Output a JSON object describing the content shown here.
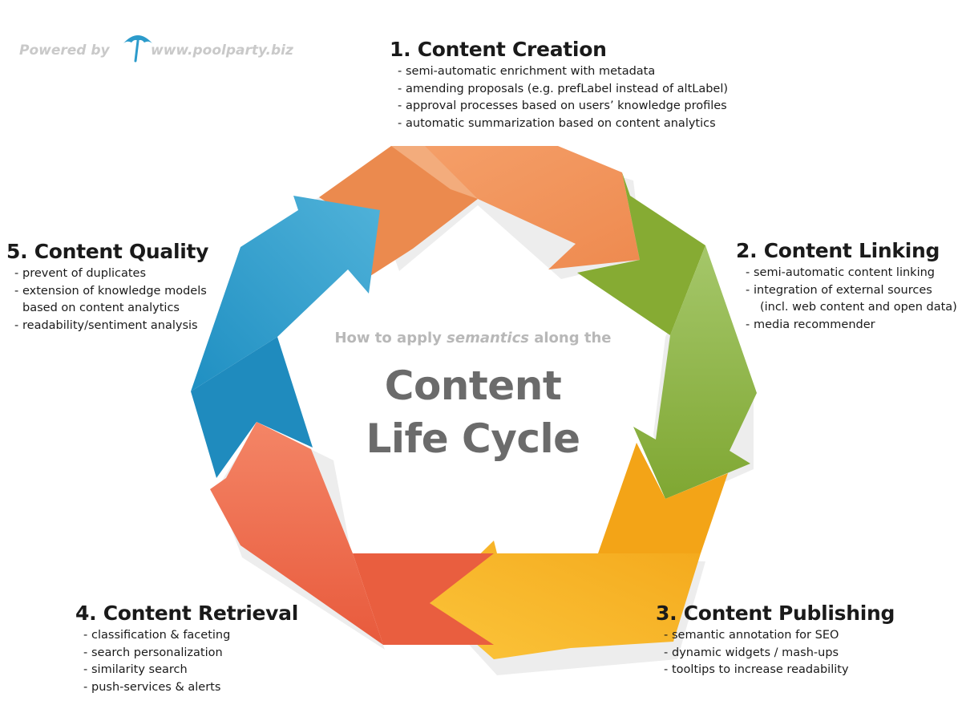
{
  "branding": {
    "powered_by": "Powered by",
    "url": "www.poolparty.biz",
    "logo_icon": "umbrella-icon"
  },
  "center": {
    "subtitle_prefix": "How to apply",
    "subtitle_emphasis": "semantics",
    "subtitle_suffix": "along the",
    "title_line1": "Content",
    "title_line2": "Life Cycle"
  },
  "stages": [
    {
      "title": "1. Content Creation",
      "color": "#F08F55",
      "items": [
        "semi-automatic enrichment with metadata",
        "amending proposals (e.g. prefLabel instead of altLabel)",
        "approval processes based on users’ knowledge profiles",
        "automatic summarization based on content analytics"
      ]
    },
    {
      "title": "2. Content Linking",
      "color": "#8DB33A",
      "items": [
        "semi-automatic content linking",
        "integration of external sources",
        "media recommender"
      ],
      "continuation": "(incl. web content and open data)"
    },
    {
      "title": "3. Content Publishing",
      "color": "#F8B01C",
      "items": [
        "semantic annotation for SEO",
        "dynamic widgets / mash-ups",
        "tooltips to increase readability"
      ]
    },
    {
      "title": "4. Content Retrieval",
      "color": "#EC6545",
      "items": [
        "classification & faceting",
        "search personalization",
        "similarity search",
        "push-services & alerts"
      ]
    },
    {
      "title": "5. Content Quality",
      "color": "#2C9BCB",
      "items": [
        "prevent of duplicates",
        "extension of knowledge models",
        "readability/sentiment analysis"
      ],
      "continuation": "based on content analytics"
    }
  ]
}
